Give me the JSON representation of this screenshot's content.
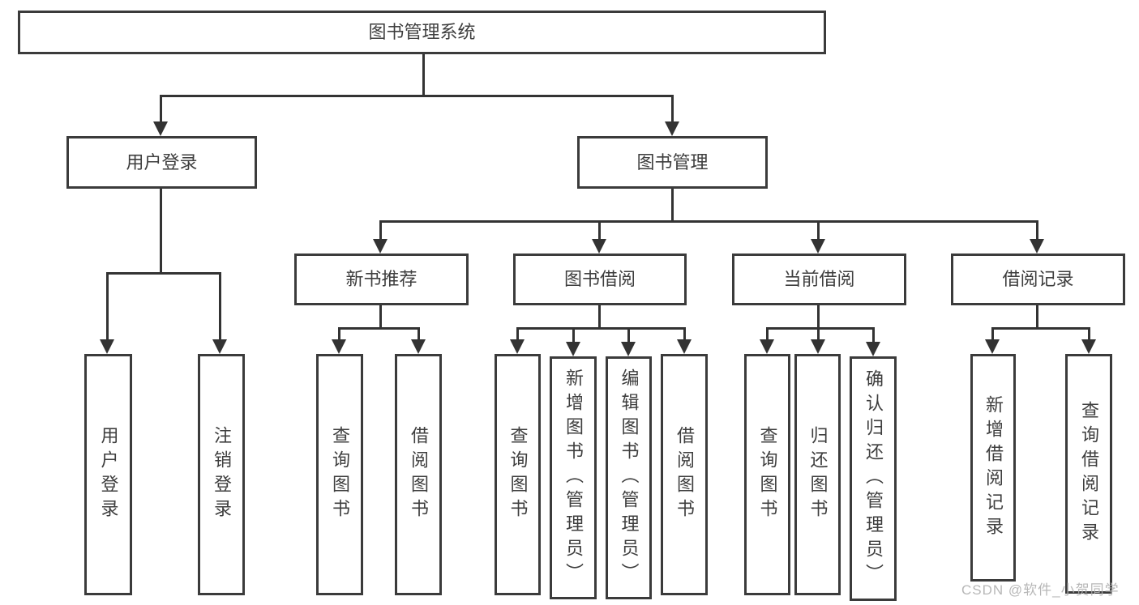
{
  "diagram": {
    "type": "tree",
    "nodes": {
      "root": {
        "label": "图书管理系统"
      },
      "user_login": {
        "label": "用户登录"
      },
      "book_management": {
        "label": "图书管理"
      },
      "new_book_recommend": {
        "label": "新书推荐"
      },
      "book_borrow": {
        "label": "图书借阅"
      },
      "current_borrow": {
        "label": "当前借阅"
      },
      "borrow_records": {
        "label": "借阅记录"
      },
      "leaf_user_login": {
        "label": "用户登录"
      },
      "leaf_logout": {
        "label": "注销登录"
      },
      "leaf_query_books_recommend": {
        "label": "查询图书"
      },
      "leaf_borrow_books_recommend": {
        "label": "借阅图书"
      },
      "leaf_query_books_borrow": {
        "label": "查询图书"
      },
      "leaf_add_books_admin": {
        "label": "新增图书（管理员）"
      },
      "leaf_edit_books_admin": {
        "label": "编辑图书（管理员）"
      },
      "leaf_borrow_books_borrow": {
        "label": "借阅图书"
      },
      "leaf_query_books_current": {
        "label": "查询图书"
      },
      "leaf_return_books": {
        "label": "归还图书"
      },
      "leaf_confirm_return_admin": {
        "label": "确认归还（管理员）"
      },
      "leaf_add_borrow_record": {
        "label": "新增借阅记录"
      },
      "leaf_query_borrow_record": {
        "label": "查询借阅记录"
      }
    },
    "edges": [
      [
        "root",
        "user_login"
      ],
      [
        "root",
        "book_management"
      ],
      [
        "user_login",
        "leaf_user_login"
      ],
      [
        "user_login",
        "leaf_logout"
      ],
      [
        "book_management",
        "new_book_recommend"
      ],
      [
        "book_management",
        "book_borrow"
      ],
      [
        "book_management",
        "current_borrow"
      ],
      [
        "book_management",
        "borrow_records"
      ],
      [
        "new_book_recommend",
        "leaf_query_books_recommend"
      ],
      [
        "new_book_recommend",
        "leaf_borrow_books_recommend"
      ],
      [
        "book_borrow",
        "leaf_query_books_borrow"
      ],
      [
        "book_borrow",
        "leaf_add_books_admin"
      ],
      [
        "book_borrow",
        "leaf_edit_books_admin"
      ],
      [
        "book_borrow",
        "leaf_borrow_books_borrow"
      ],
      [
        "current_borrow",
        "leaf_query_books_current"
      ],
      [
        "current_borrow",
        "leaf_return_books"
      ],
      [
        "current_borrow",
        "leaf_confirm_return_admin"
      ],
      [
        "borrow_records",
        "leaf_add_borrow_record"
      ],
      [
        "borrow_records",
        "leaf_query_borrow_record"
      ]
    ],
    "colors": {
      "line": "#333333",
      "box_border": "#3b3b3b",
      "text": "#3e3e3e",
      "background": "#ffffff",
      "watermark": "#b0b0b0"
    }
  },
  "watermark": {
    "text": "CSDN @软件_小贺同学"
  }
}
